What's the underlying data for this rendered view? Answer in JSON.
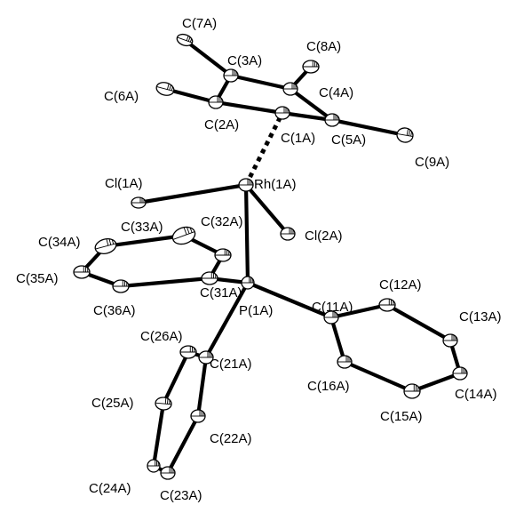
{
  "figure": {
    "kind": "ORTEP molecular structure",
    "atoms": [
      {
        "id": "Rh1A",
        "label": "Rh(1A)"
      },
      {
        "id": "P1A",
        "label": "P(1A)"
      },
      {
        "id": "Cl1A",
        "label": "Cl(1A)"
      },
      {
        "id": "Cl2A",
        "label": "Cl(2A)"
      },
      {
        "id": "C1A",
        "label": "C(1A)"
      },
      {
        "id": "C2A",
        "label": "C(2A)"
      },
      {
        "id": "C3A",
        "label": "C(3A)"
      },
      {
        "id": "C4A",
        "label": "C(4A)"
      },
      {
        "id": "C5A",
        "label": "C(5A)"
      },
      {
        "id": "C6A",
        "label": "C(6A)"
      },
      {
        "id": "C7A",
        "label": "C(7A)"
      },
      {
        "id": "C8A",
        "label": "C(8A)"
      },
      {
        "id": "C9A",
        "label": "C(9A)"
      },
      {
        "id": "C11A",
        "label": "C(11A)"
      },
      {
        "id": "C12A",
        "label": "C(12A)"
      },
      {
        "id": "C13A",
        "label": "C(13A)"
      },
      {
        "id": "C14A",
        "label": "C(14A)"
      },
      {
        "id": "C15A",
        "label": "C(15A)"
      },
      {
        "id": "C16A",
        "label": "C(16A)"
      },
      {
        "id": "C21A",
        "label": "C(21A)"
      },
      {
        "id": "C22A",
        "label": "C(22A)"
      },
      {
        "id": "C23A",
        "label": "C(23A)"
      },
      {
        "id": "C24A",
        "label": "C(24A)"
      },
      {
        "id": "C25A",
        "label": "C(25A)"
      },
      {
        "id": "C26A",
        "label": "C(26A)"
      },
      {
        "id": "C31A",
        "label": "C(31A)"
      },
      {
        "id": "C32A",
        "label": "C(32A)"
      },
      {
        "id": "C33A",
        "label": "C(33A)"
      },
      {
        "id": "C34A",
        "label": "C(34A)"
      },
      {
        "id": "C35A",
        "label": "C(35A)"
      },
      {
        "id": "C36A",
        "label": "C(36A)"
      }
    ],
    "bonds": [
      [
        "C1A",
        "C2A"
      ],
      [
        "C2A",
        "C3A"
      ],
      [
        "C3A",
        "C4A"
      ],
      [
        "C4A",
        "C5A"
      ],
      [
        "C5A",
        "C1A"
      ],
      [
        "C2A",
        "C6A"
      ],
      [
        "C3A",
        "C7A"
      ],
      [
        "C4A",
        "C8A"
      ],
      [
        "C5A",
        "C9A"
      ],
      [
        "Rh1A",
        "Cl1A"
      ],
      [
        "Rh1A",
        "Cl2A"
      ],
      [
        "Rh1A",
        "P1A"
      ],
      [
        "P1A",
        "C11A"
      ],
      [
        "P1A",
        "C21A"
      ],
      [
        "P1A",
        "C31A"
      ],
      [
        "C11A",
        "C12A"
      ],
      [
        "C12A",
        "C13A"
      ],
      [
        "C13A",
        "C14A"
      ],
      [
        "C14A",
        "C15A"
      ],
      [
        "C15A",
        "C16A"
      ],
      [
        "C16A",
        "C11A"
      ],
      [
        "C21A",
        "C22A"
      ],
      [
        "C22A",
        "C23A"
      ],
      [
        "C23A",
        "C24A"
      ],
      [
        "C24A",
        "C25A"
      ],
      [
        "C25A",
        "C26A"
      ],
      [
        "C26A",
        "C21A"
      ],
      [
        "C31A",
        "C32A"
      ],
      [
        "C32A",
        "C33A"
      ],
      [
        "C33A",
        "C34A"
      ],
      [
        "C34A",
        "C35A"
      ],
      [
        "C35A",
        "C36A"
      ],
      [
        "C36A",
        "C31A"
      ]
    ],
    "dashed_bonds": [
      [
        "Rh1A",
        "C1A"
      ]
    ]
  }
}
